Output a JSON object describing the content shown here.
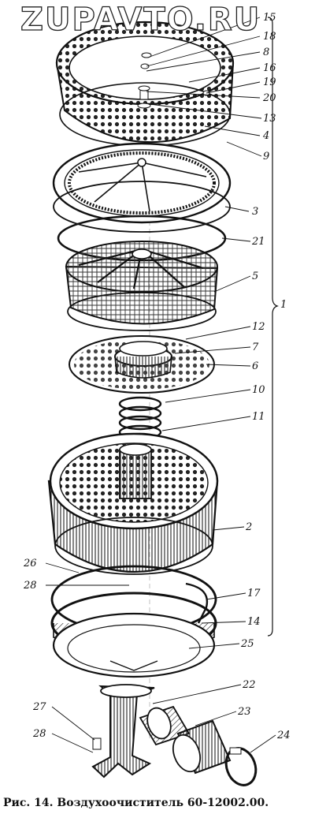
{
  "watermark": "ZUPAVTO.RU",
  "caption": "Рис. 14. Воздухоочиститель 60-12002.00.",
  "callouts": {
    "c15": "15",
    "c18": "18",
    "c8": "8",
    "c16": "16",
    "c19": "19",
    "c20": "20",
    "c13": "13",
    "c4": "4",
    "c9": "9",
    "c3": "3",
    "c21": "21",
    "c5": "5",
    "c1": "1",
    "c12": "12",
    "c7": "7",
    "c6": "6",
    "c10": "10",
    "c11": "11",
    "c2": "2",
    "c26": "26",
    "c28a": "28",
    "c17": "17",
    "c14": "14",
    "c25": "25",
    "c22": "22",
    "c23": "23",
    "c24": "24",
    "c27": "27",
    "c28b": "28"
  }
}
